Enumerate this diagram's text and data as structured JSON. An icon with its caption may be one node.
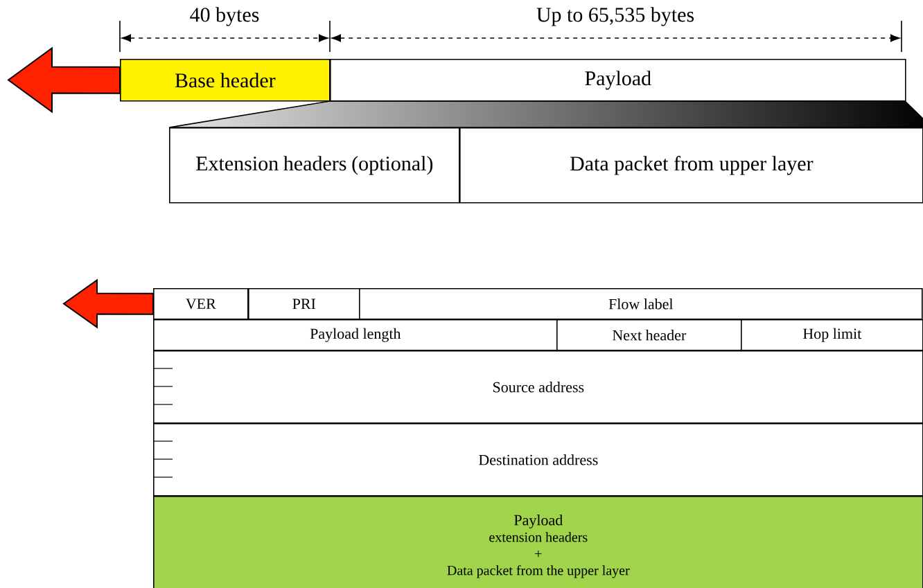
{
  "diagram": {
    "nodes": [
      {
        "text": [
          "Base header"
        ]
      },
      {
        "text": [
          "Payload"
        ]
      },
      {
        "text": [
          "Extension headers (optional)"
        ]
      },
      {
        "text": [
          "Data packet from upper layer"
        ]
      },
      {
        "text": [
          "VER"
        ]
      },
      {
        "text": [
          "PRI"
        ]
      },
      {
        "text": [
          "Flow label"
        ]
      },
      {
        "text": [
          "Payload length"
        ]
      },
      {
        "text": [
          "Next header"
        ]
      },
      {
        "text": [
          "Hop limit"
        ]
      },
      {
        "text": [
          "Source address"
        ]
      },
      {
        "text": [
          "Destination address"
        ]
      },
      {
        "text": [
          "Payload",
          "extension headers",
          "+",
          "Data packet from the upper layer"
        ]
      }
    ],
    "edges": [
      {
        "from": 0,
        "to": null,
        "arrow": "to",
        "style": "thick"
      },
      {
        "from": 4,
        "to": null,
        "arrow": "to",
        "style": "thick"
      }
    ],
    "labels": [
      "40 bytes",
      "Up to 65,535 bytes"
    ]
  }
}
